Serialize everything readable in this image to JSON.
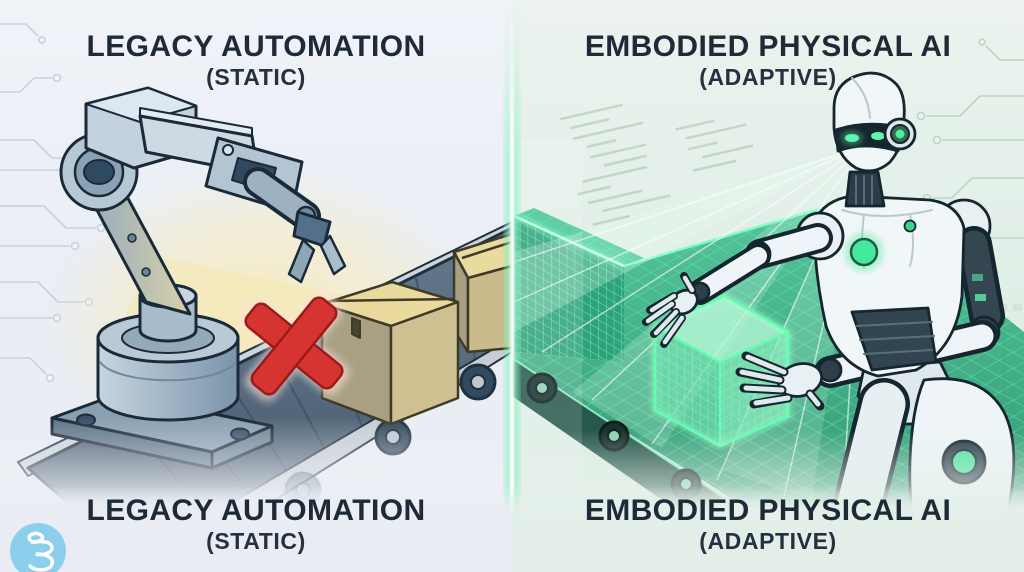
{
  "page": {
    "type": "comparison-infographic",
    "layout": "two-panel-split"
  },
  "left_panel": {
    "title": "LEGACY AUTOMATION",
    "subtitle": "(STATIC)",
    "footer_title": "LEGACY AUTOMATION",
    "footer_subtitle": "(STATIC)",
    "marker_icon": "red-x-mark",
    "scene_icons": [
      "industrial-robot-arm",
      "conveyor-belt",
      "cardboard-box",
      "circuit-traces"
    ],
    "colors": {
      "background": "#edf1f7",
      "title": "#1e2a38",
      "x_mark": "#d63431",
      "machine_steel": "#a9bccb",
      "box_cardboard": "#e3d49a",
      "conveyor": "#5a7083",
      "warm_glow": "#f6e9b4"
    }
  },
  "right_panel": {
    "title": "EMBODIED PHYSICAL AI",
    "subtitle": "(ADAPTIVE)",
    "footer_title": "EMBODIED PHYSICAL AI",
    "footer_subtitle": "(ADAPTIVE)",
    "scene_icons": [
      "humanoid-robot",
      "vision-scan-beams",
      "wireframe-grid-conveyor",
      "wireframe-box",
      "circuit-traces",
      "faint-code-lines"
    ],
    "colors": {
      "background": "#e6f0ea",
      "title": "#1e2a38",
      "grid_green": "#3ae29b",
      "robot_white": "#f1f6f8",
      "eye_green": "#5df7ae"
    }
  },
  "divider": {
    "glow_color": "#8df2c3",
    "core_color": "#ffffff"
  },
  "logo": {
    "icon": "script-monogram-badge",
    "background": "#8ccfec",
    "glyph_color": "#ffffff"
  }
}
